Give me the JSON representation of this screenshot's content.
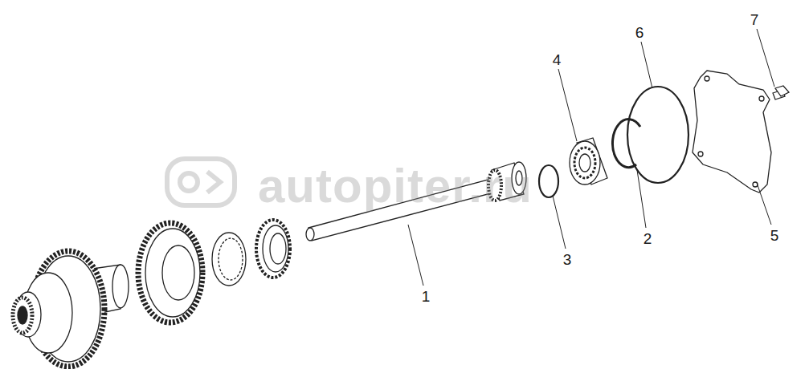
{
  "diagram": {
    "labels": [
      "4",
      "6",
      "7",
      "1",
      "3",
      "2",
      "5",
      "autopiter.ru"
    ]
  }
}
